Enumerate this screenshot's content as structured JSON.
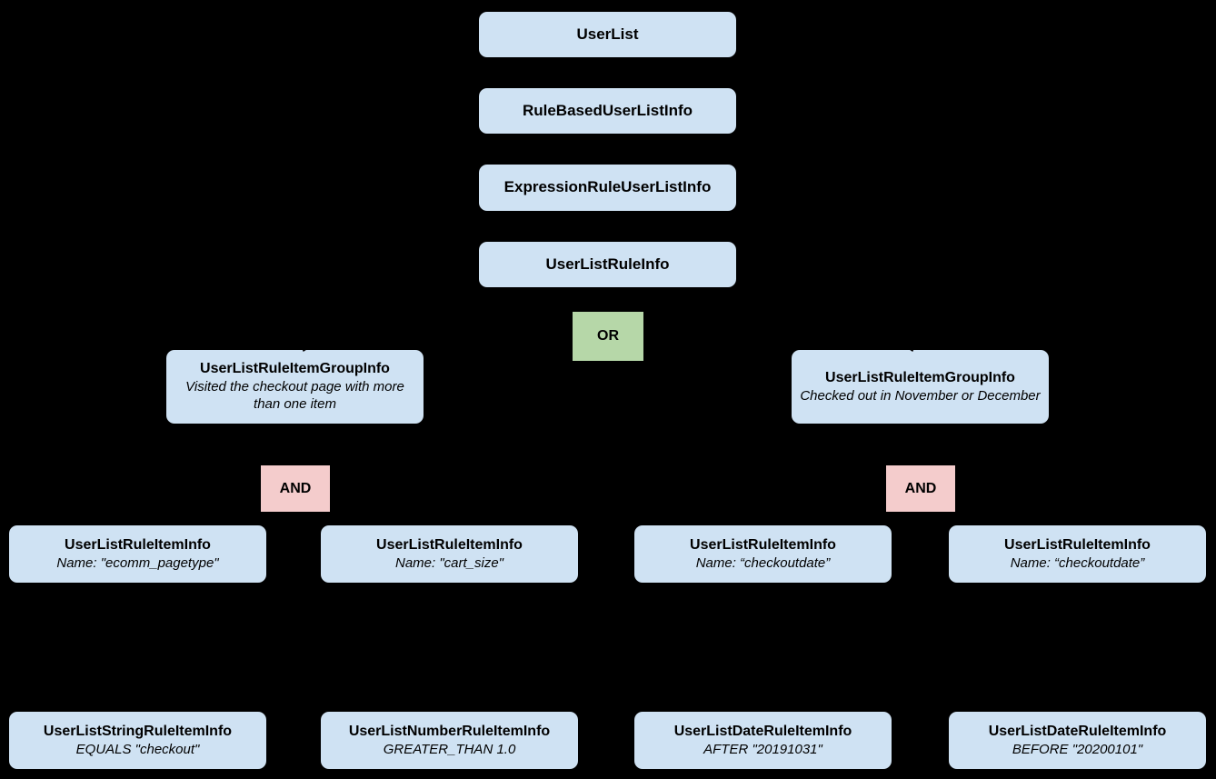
{
  "colors": {
    "background": "#000000",
    "node_fill": "#cfe2f3",
    "or_fill": "#b6d7a8",
    "and_fill": "#f4cccc",
    "text": "#000000"
  },
  "diagram": {
    "chain": [
      {
        "label": "UserList"
      },
      {
        "label": "RuleBasedUserListInfo"
      },
      {
        "label": "ExpressionRuleUserListInfo"
      },
      {
        "label": "UserListRuleInfo"
      }
    ],
    "or_operator": {
      "label": "OR"
    },
    "groups": [
      {
        "title": "UserListRuleItemGroupInfo",
        "subtitle": "Visited the checkout page with more than one item",
        "operator": "AND"
      },
      {
        "title": "UserListRuleItemGroupInfo",
        "subtitle": "Checked out in November or December",
        "operator": "AND"
      }
    ],
    "rule_items": [
      {
        "title": "UserListRuleItemInfo",
        "subtitle": "Name: \"ecomm_pagetype\""
      },
      {
        "title": "UserListRuleItemInfo",
        "subtitle": "Name: \"cart_size\""
      },
      {
        "title": "UserListRuleItemInfo",
        "subtitle": "Name: “checkoutdate”"
      },
      {
        "title": "UserListRuleItemInfo",
        "subtitle": "Name: “checkoutdate”"
      }
    ],
    "leaf_items": [
      {
        "title": "UserListStringRuleItemInfo",
        "subtitle": "EQUALS \"checkout\""
      },
      {
        "title": "UserListNumberRuleItemInfo",
        "subtitle": "GREATER_THAN 1.0"
      },
      {
        "title": "UserListDateRuleItemInfo",
        "subtitle": "AFTER \"20191031\""
      },
      {
        "title": "UserListDateRuleItemInfo",
        "subtitle": "BEFORE \"20200101\""
      }
    ]
  }
}
